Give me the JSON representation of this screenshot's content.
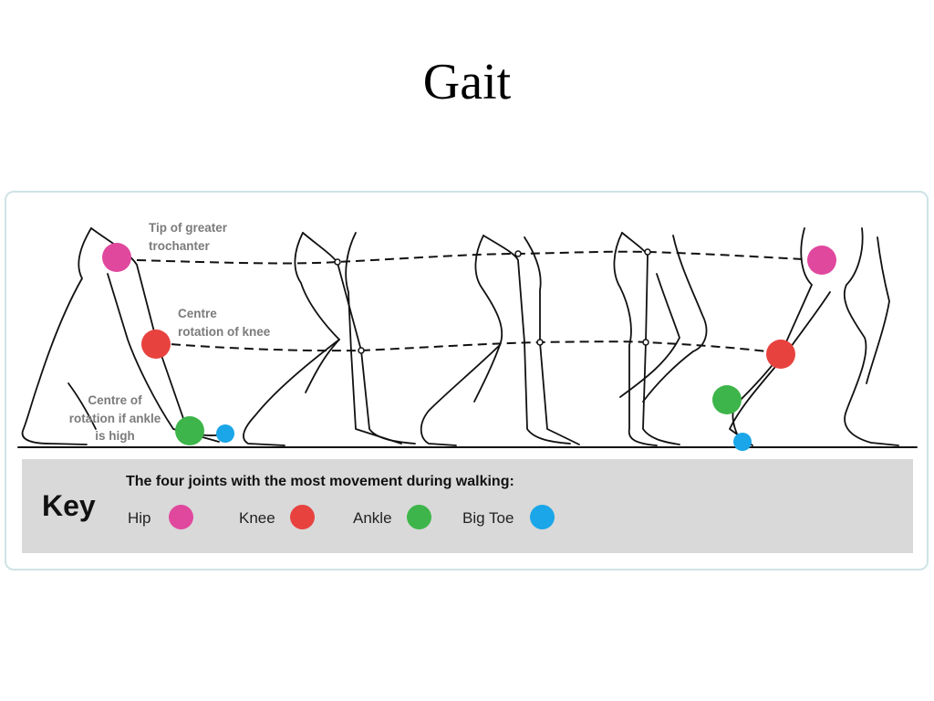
{
  "title": "Gait",
  "annotations": {
    "hip_line1": "Tip of greater",
    "hip_line2": "trochanter",
    "knee_line1": "Centre",
    "knee_line2": "rotation of knee",
    "ankle_line1": "Centre of",
    "ankle_line2": "rotation if ankle",
    "ankle_line3": "is high"
  },
  "key": {
    "title": "Key",
    "description": "The four joints with the most movement during walking:",
    "items": [
      {
        "label": "Hip",
        "color": "#e0489e",
        "icon": "hip-dot"
      },
      {
        "label": "Knee",
        "color": "#e8423f",
        "icon": "knee-dot"
      },
      {
        "label": "Ankle",
        "color": "#3db54a",
        "icon": "ankle-dot"
      },
      {
        "label": "Big Toe",
        "color": "#1aa6e8",
        "icon": "big-toe-dot"
      }
    ]
  },
  "joint_colors": {
    "hip": "#e0489e",
    "knee": "#e8423f",
    "ankle": "#3db54a",
    "big_toe": "#1aa6e8"
  }
}
